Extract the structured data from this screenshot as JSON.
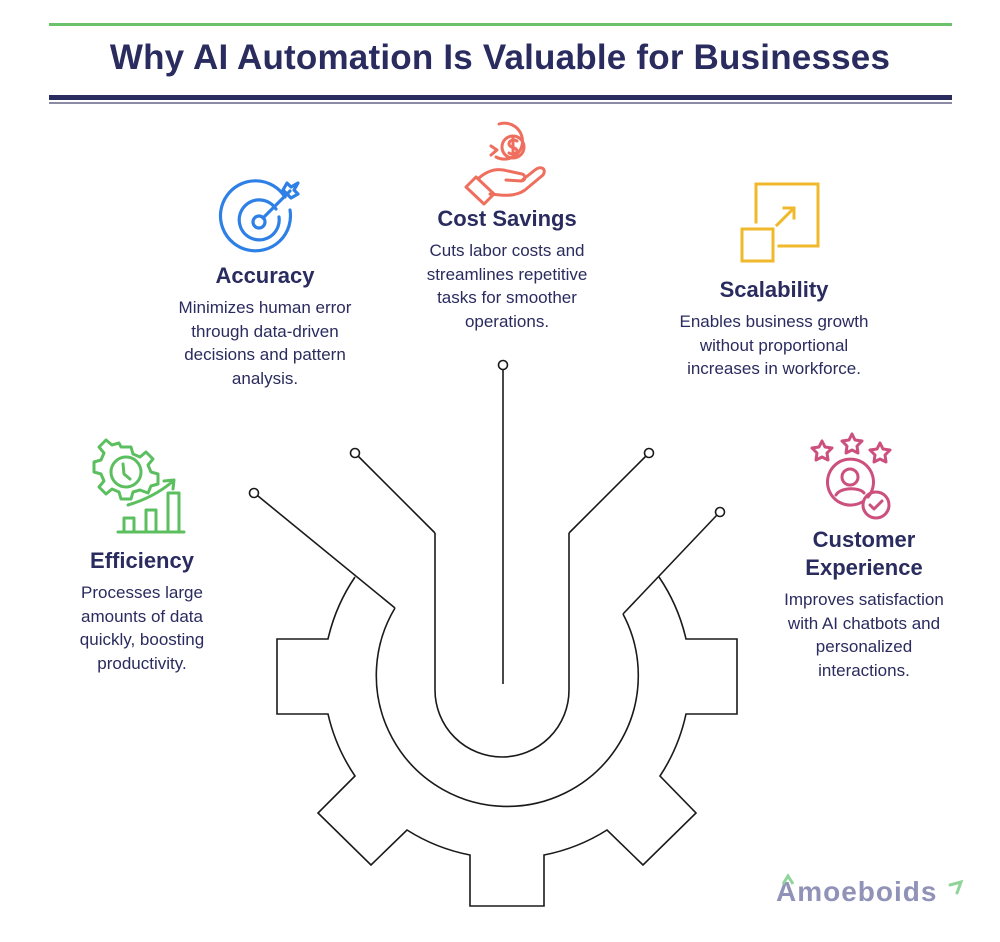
{
  "header": {
    "title": "Why AI Automation Is Valuable for Businesses"
  },
  "colors": {
    "title": "#2a2b5e",
    "top_rule": "#6cc26b",
    "accuracy": "#2f80e6",
    "cost_savings": "#ef6f5e",
    "scalability": "#f0b82b",
    "efficiency": "#5cbf5f",
    "customer_experience": "#cc4f7e",
    "logo_text": "#9093b7",
    "logo_accent": "#8fd59a"
  },
  "benefits": {
    "accuracy": {
      "icon": "target-arrow-icon",
      "title": "Accuracy",
      "lines": [
        "Minimizes human error",
        "through data-driven",
        "decisions and pattern",
        "analysis."
      ]
    },
    "cost_savings": {
      "icon": "hand-dollar-icon",
      "title": "Cost Savings",
      "lines": [
        "Cuts labor costs and",
        "streamlines repetitive",
        "tasks for smoother",
        "operations."
      ]
    },
    "scalability": {
      "icon": "scale-up-squares-icon",
      "title": "Scalability",
      "lines": [
        "Enables business growth",
        "without proportional",
        "increases in workforce."
      ]
    },
    "efficiency": {
      "icon": "gear-clock-growth-icon",
      "title": "Efficiency",
      "lines": [
        "Processes large",
        "amounts of data",
        "quickly, boosting",
        "productivity."
      ]
    },
    "customer_experience": {
      "icon": "user-stars-check-icon",
      "title_lines": [
        "Customer",
        "Experience"
      ],
      "lines": [
        "Improves satisfaction",
        "with AI chatbots and",
        "personalized",
        "interactions."
      ]
    }
  },
  "footer": {
    "logo": "Amoeboids"
  }
}
